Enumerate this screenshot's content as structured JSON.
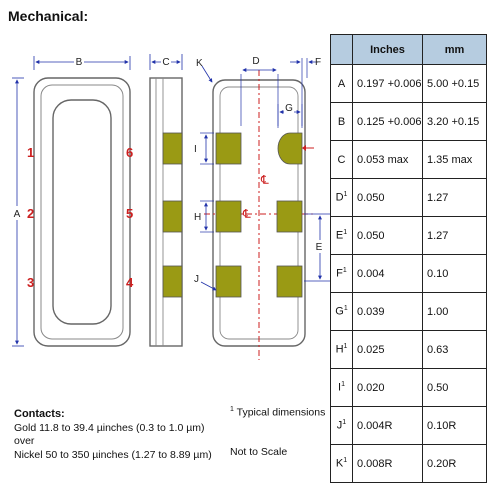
{
  "title": "Mechanical:",
  "labels": {
    "A": "A",
    "B": "B",
    "C": "C",
    "D": "D",
    "E": "E",
    "F": "F",
    "G": "G",
    "H": "H",
    "I": "I",
    "J": "J",
    "K": "K",
    "centerline": "℄"
  },
  "pins": [
    "1",
    "2",
    "3",
    "4",
    "5",
    "6"
  ],
  "table": {
    "headers": [
      "",
      "Inches",
      "mm"
    ],
    "rows": [
      {
        "key": "A",
        "sup": "",
        "inches": "0.197 +0.006",
        "mm": "5.00 +0.15"
      },
      {
        "key": "B",
        "sup": "",
        "inches": "0.125 +0.006",
        "mm": "3.20 +0.15"
      },
      {
        "key": "C",
        "sup": "",
        "inches": "0.053 max",
        "mm": "1.35 max"
      },
      {
        "key": "D",
        "sup": "1",
        "inches": "0.050",
        "mm": "1.27"
      },
      {
        "key": "E",
        "sup": "1",
        "inches": "0.050",
        "mm": "1.27"
      },
      {
        "key": "F",
        "sup": "1",
        "inches": "0.004",
        "mm": "0.10"
      },
      {
        "key": "G",
        "sup": "1",
        "inches": "0.039",
        "mm": "1.00"
      },
      {
        "key": "H",
        "sup": "1",
        "inches": "0.025",
        "mm": "0.63"
      },
      {
        "key": "I",
        "sup": "1",
        "inches": "0.020",
        "mm": "0.50"
      },
      {
        "key": "J",
        "sup": "1",
        "inches": "0.004R",
        "mm": "0.10R"
      },
      {
        "key": "K",
        "sup": "1",
        "inches": "0.008R",
        "mm": "0.20R"
      }
    ]
  },
  "notes": {
    "contacts_heading": "Contacts:",
    "line1": "Gold 11.8 to 39.4 µinches (0.3 to 1.0 µm)",
    "line2": "over",
    "line3": "Nickel 50 to 350 µinches (1.27 to 8.89 µm)",
    "typical_sup": "1",
    "typical": " Typical dimensions",
    "not_to_scale": "Not to Scale"
  },
  "colors": {
    "pad": "#9a9a14",
    "header_bg": "#b6cce0",
    "pin_numbers": "#cc1f1f",
    "dimension_lines": "#2233aa"
  }
}
